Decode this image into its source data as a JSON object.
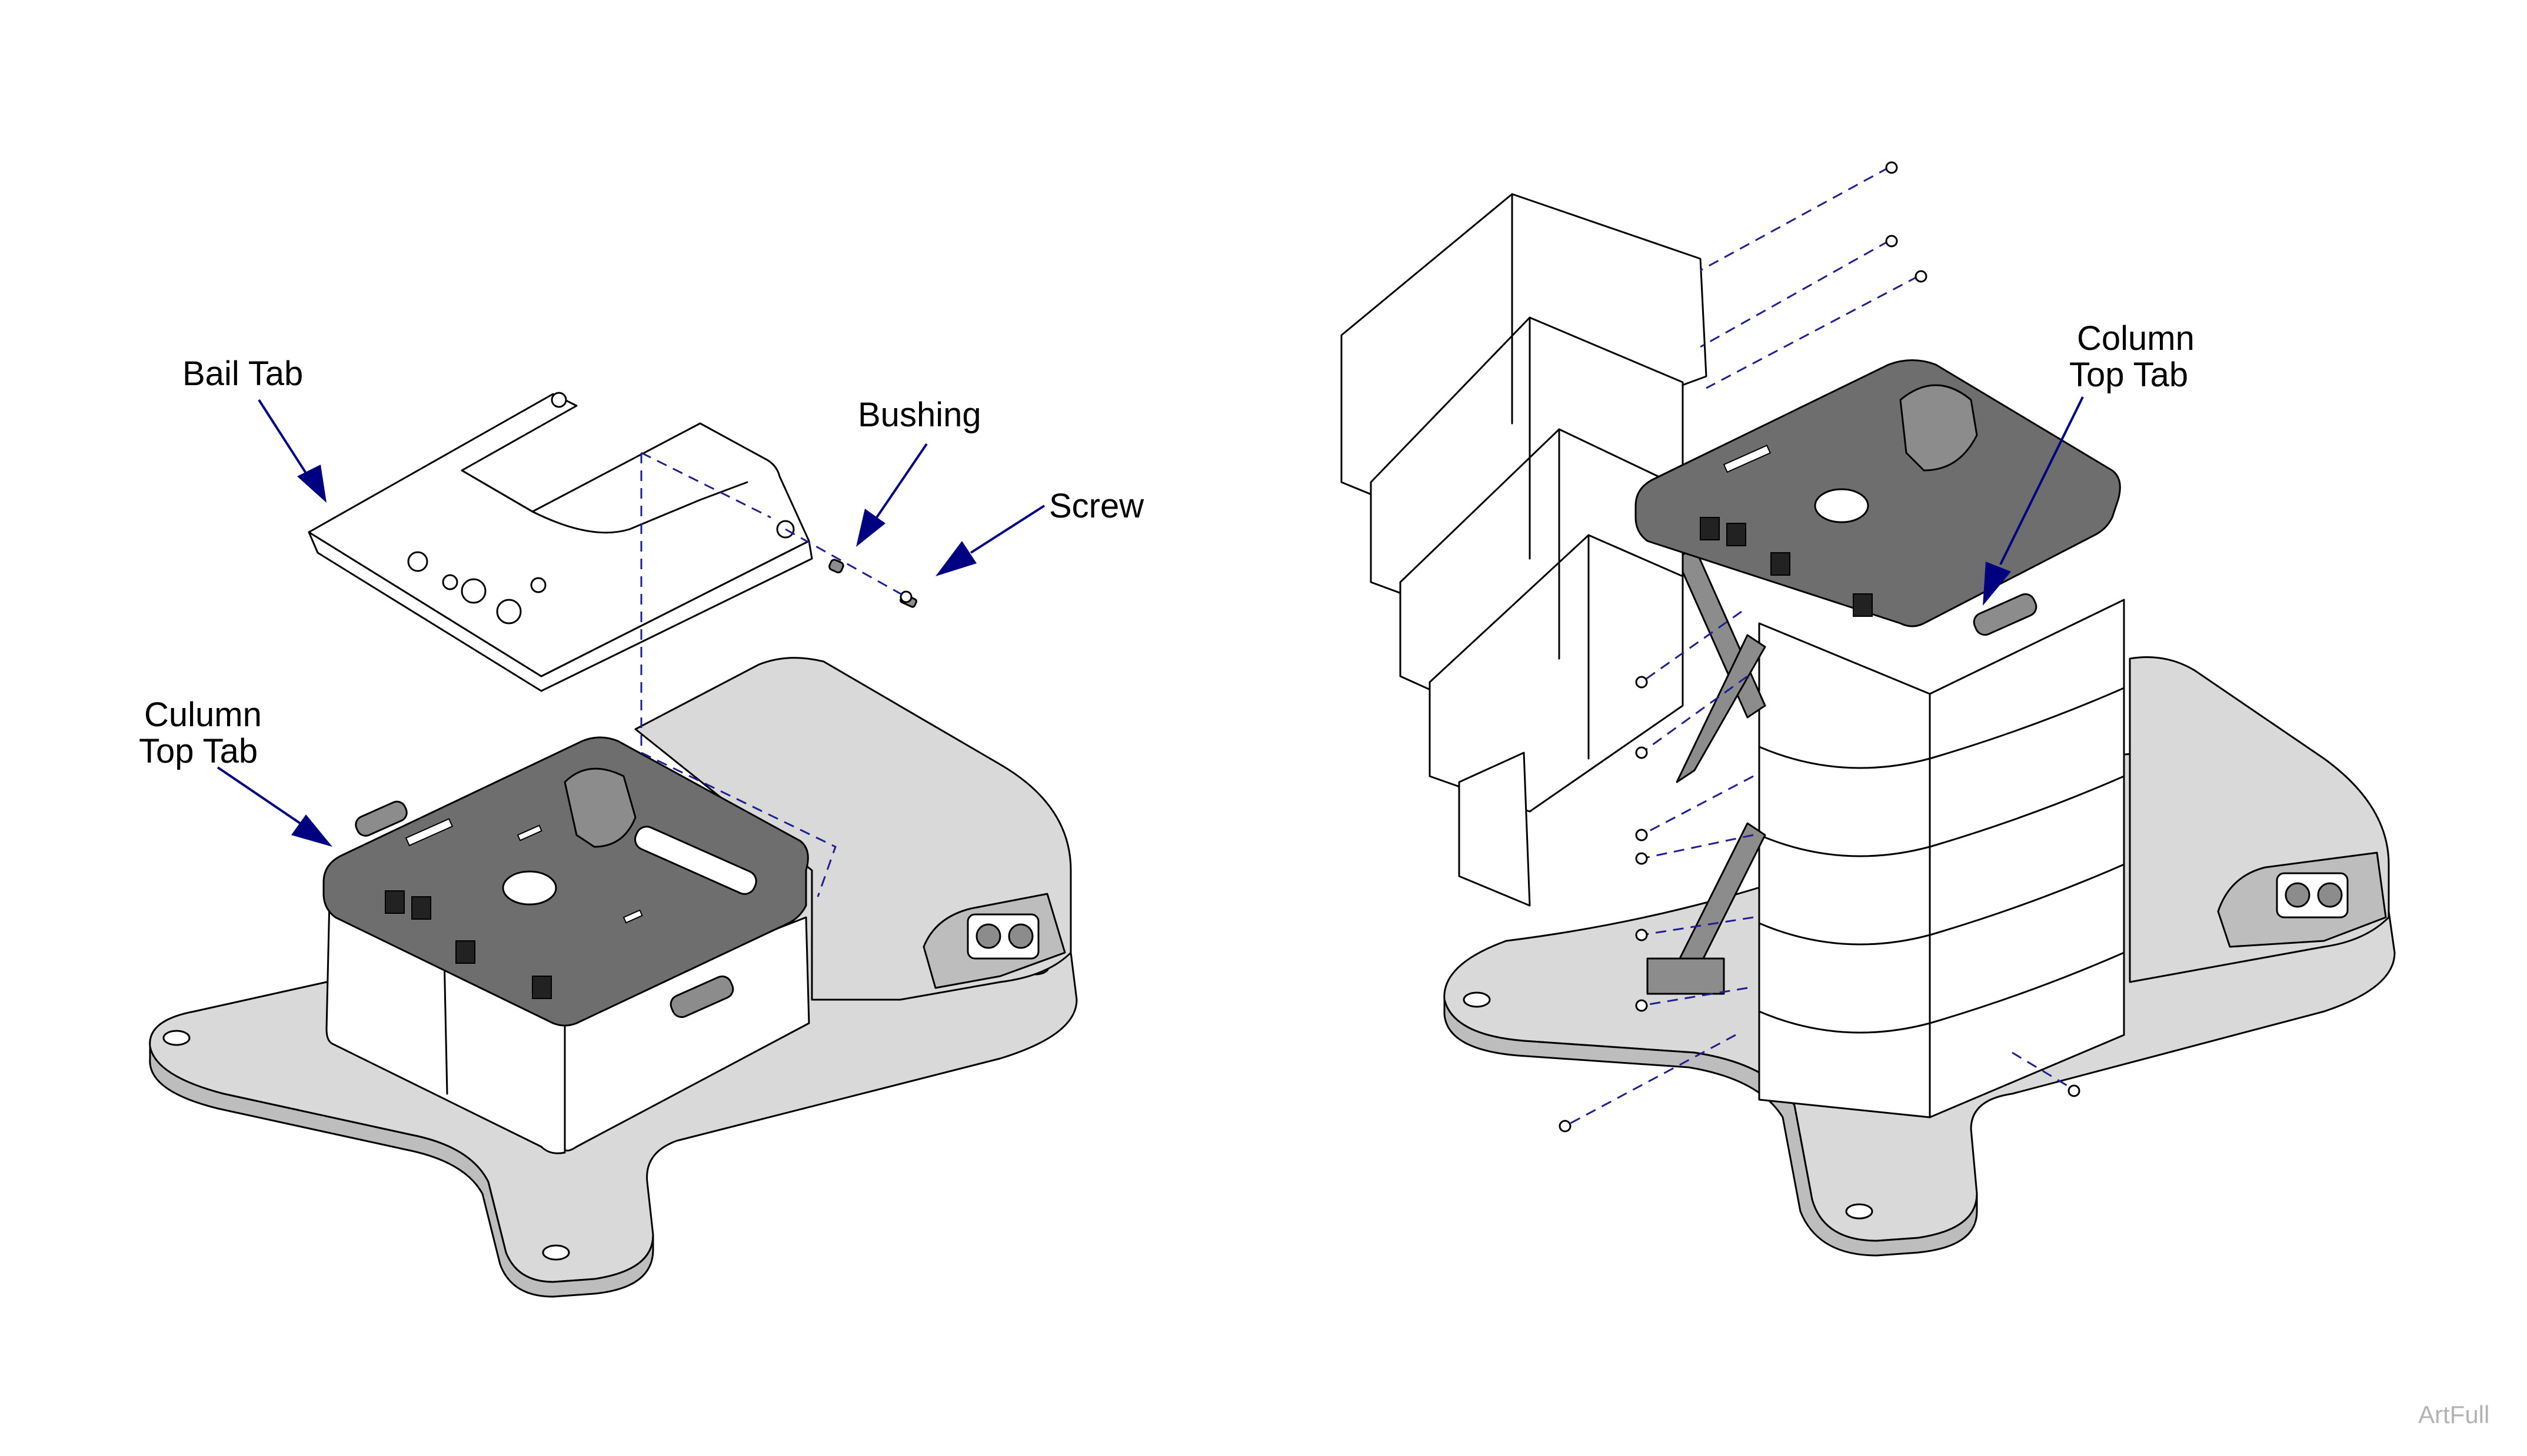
{
  "labels": {
    "bail_tab": "Bail Tab",
    "bushing": "Bushing",
    "screw": "Screw",
    "culumn_line1": "Culumn",
    "culumn_line2": "Top Tab",
    "column_line1": "Column",
    "column_line2": "Top Tab"
  },
  "watermark": "ArtFull",
  "colors": {
    "leader_arrow": "#000080",
    "dashed_line": "#1f1f8f",
    "base_fill": "#d9d9d9",
    "plate_fill": "#6e6e6e",
    "watermark": "#b3b3b3"
  }
}
